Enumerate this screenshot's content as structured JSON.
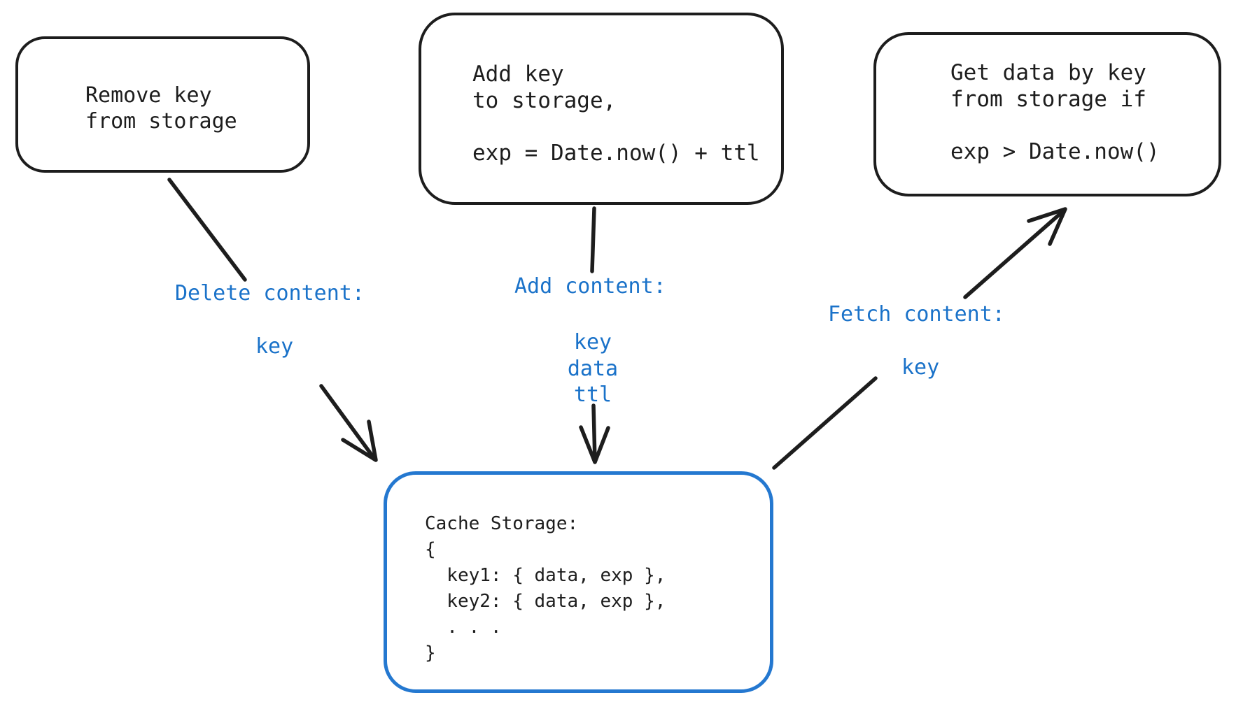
{
  "colors": {
    "ink": "#1d1d1d",
    "label_blue": "#1a72c9",
    "cache_border_blue": "#2478d0",
    "background": "#ffffff"
  },
  "nodes": {
    "remove": {
      "text": "Remove key\nfrom storage"
    },
    "add": {
      "text": "Add key\nto storage,\n\nexp = Date.now() + ttl"
    },
    "get": {
      "text": "Get data by key\nfrom storage if\n\nexp > Date.now()"
    },
    "cache": {
      "text": "Cache Storage:\n{\n  key1: { data, exp },\n  key2: { data, exp },\n  . . .\n}"
    }
  },
  "edges": {
    "delete": {
      "label": "Delete content:",
      "params": "key"
    },
    "add": {
      "label": "Add content:",
      "params": "key\ndata\nttl"
    },
    "fetch": {
      "label": "Fetch content:",
      "params": "key"
    }
  }
}
